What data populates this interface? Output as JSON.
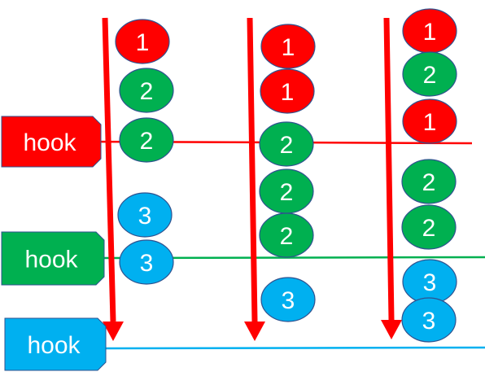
{
  "colors": {
    "red": "#ff0000",
    "green": "#00b050",
    "blue": "#00b0f0",
    "arrow": "#ff0000",
    "ball_text": "#ffffff",
    "outline": "#2f528f"
  },
  "hooks": [
    {
      "label": "hook",
      "color": "red"
    },
    {
      "label": "hook",
      "color": "green"
    },
    {
      "label": "hook",
      "color": "blue"
    }
  ],
  "columns": [
    {
      "balls": [
        {
          "label": "1",
          "color": "red"
        },
        {
          "label": "2",
          "color": "green"
        },
        {
          "label": "2",
          "color": "green"
        },
        {
          "label": "3",
          "color": "blue"
        },
        {
          "label": "3",
          "color": "blue"
        }
      ]
    },
    {
      "balls": [
        {
          "label": "1",
          "color": "red"
        },
        {
          "label": "1",
          "color": "red"
        },
        {
          "label": "2",
          "color": "green"
        },
        {
          "label": "2",
          "color": "green"
        },
        {
          "label": "2",
          "color": "green"
        },
        {
          "label": "3",
          "color": "blue"
        }
      ]
    },
    {
      "balls": [
        {
          "label": "1",
          "color": "red"
        },
        {
          "label": "2",
          "color": "green"
        },
        {
          "label": "1",
          "color": "red"
        },
        {
          "label": "2",
          "color": "green"
        },
        {
          "label": "2",
          "color": "green"
        },
        {
          "label": "3",
          "color": "blue"
        },
        {
          "label": "3",
          "color": "blue"
        }
      ]
    }
  ]
}
